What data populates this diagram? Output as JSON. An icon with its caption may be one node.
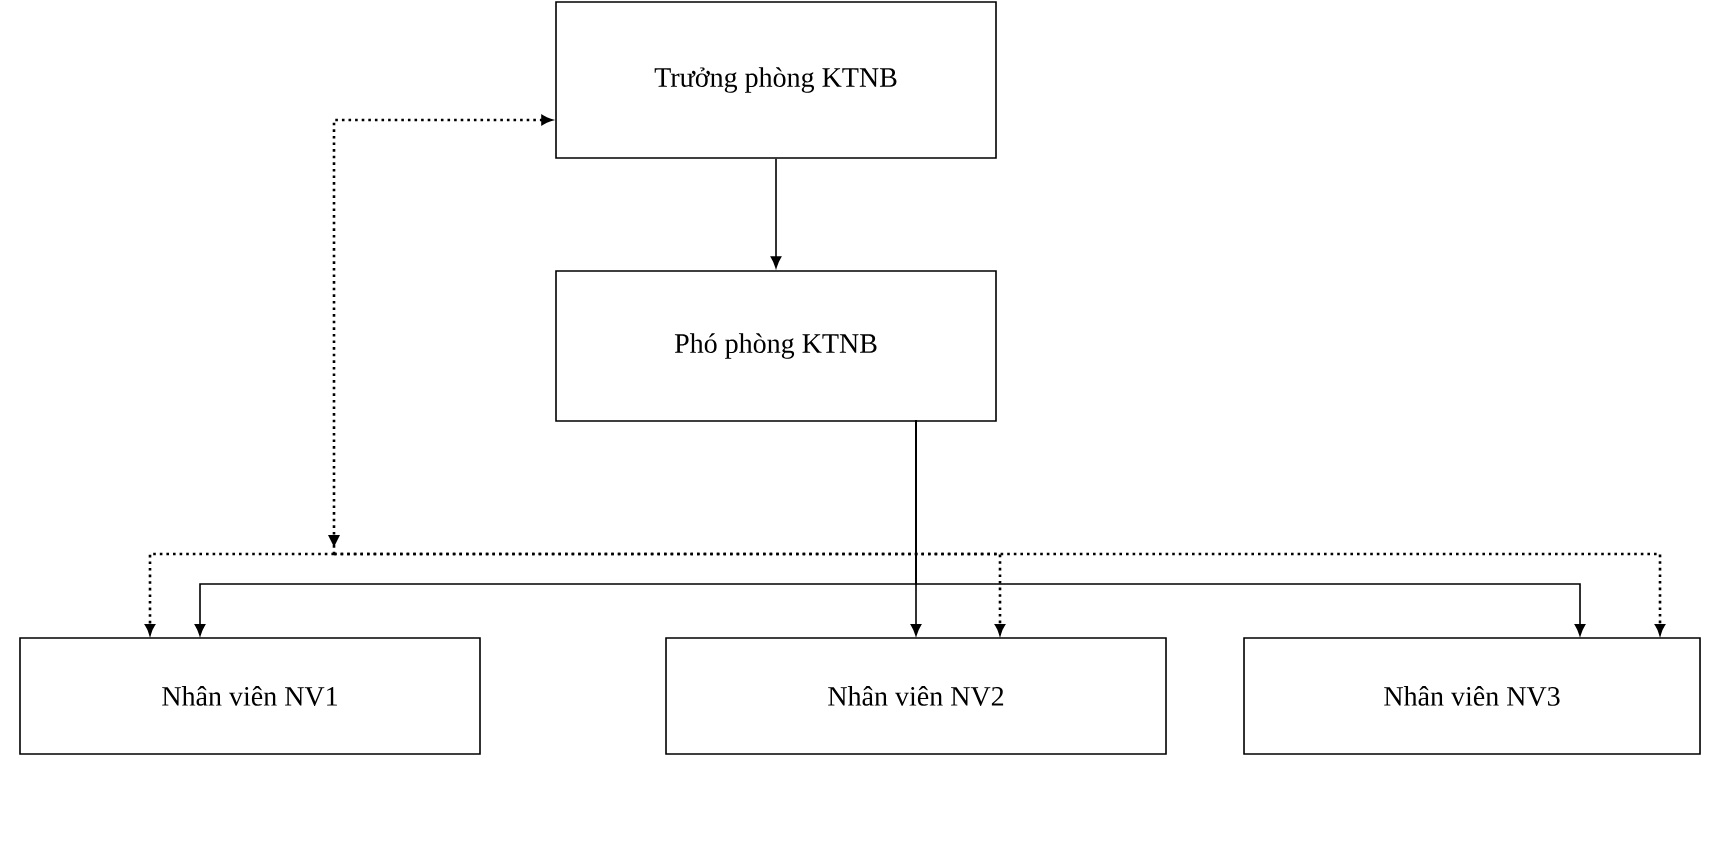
{
  "diagram": {
    "nodes": [
      {
        "text": [
          "Trưởng phòng KTNB"
        ]
      },
      {
        "text": [
          "Phó phòng KTNB"
        ]
      },
      {
        "text": [
          "Nhân viên NV1"
        ]
      },
      {
        "text": [
          "Nhân viên NV2"
        ]
      },
      {
        "text": [
          "Nhân viên NV3"
        ]
      }
    ],
    "edges": [
      {
        "from": 0,
        "to": 1,
        "arrow": "to"
      },
      {
        "from": 1,
        "to": 2,
        "arrow": "to"
      },
      {
        "from": 1,
        "to": 3,
        "arrow": "to"
      },
      {
        "from": 1,
        "to": 4,
        "arrow": "to"
      },
      {
        "from": 0,
        "to": 2,
        "arrow": "both",
        "style": "dashed"
      },
      {
        "from": 0,
        "to": 3,
        "arrow": "both",
        "style": "dashed"
      },
      {
        "from": 0,
        "to": 4,
        "arrow": "both",
        "style": "dashed"
      }
    ]
  }
}
